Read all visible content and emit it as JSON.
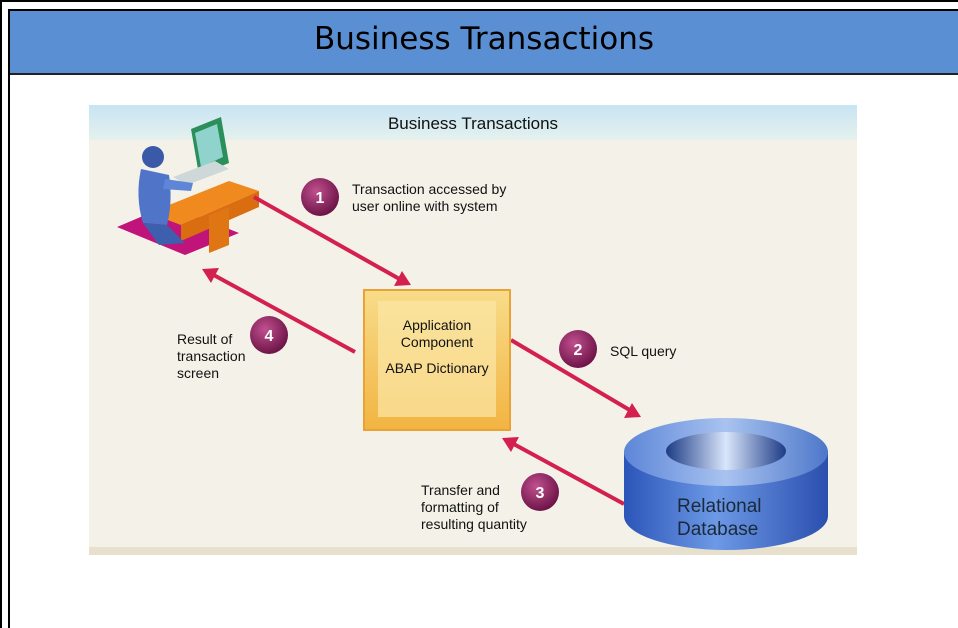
{
  "slide": {
    "title": "Business Transactions"
  },
  "figure": {
    "title": "Business Transactions",
    "steps": [
      {
        "number": "1",
        "label": [
          "Transaction accessed by",
          "user online with system"
        ]
      },
      {
        "number": "2",
        "label": [
          "SQL query"
        ]
      },
      {
        "number": "3",
        "label": [
          "Transfer and",
          "formatting of",
          "resulting quantity"
        ]
      },
      {
        "number": "4",
        "label": [
          "Result of",
          "transaction",
          "screen"
        ]
      }
    ],
    "component_box": {
      "line1": "Application",
      "line2": "Component",
      "line3": "ABAP Dictionary"
    },
    "database": {
      "line1": "Relational",
      "line2": "Database"
    }
  },
  "colors": {
    "header": "#5b8fd3",
    "arrow": "#d3204e",
    "badge": "#8a1f5c",
    "box": "#f5c45a",
    "database": "#3f6fcf"
  },
  "icons": [
    "user-at-computer-icon",
    "database-cylinder-icon"
  ]
}
